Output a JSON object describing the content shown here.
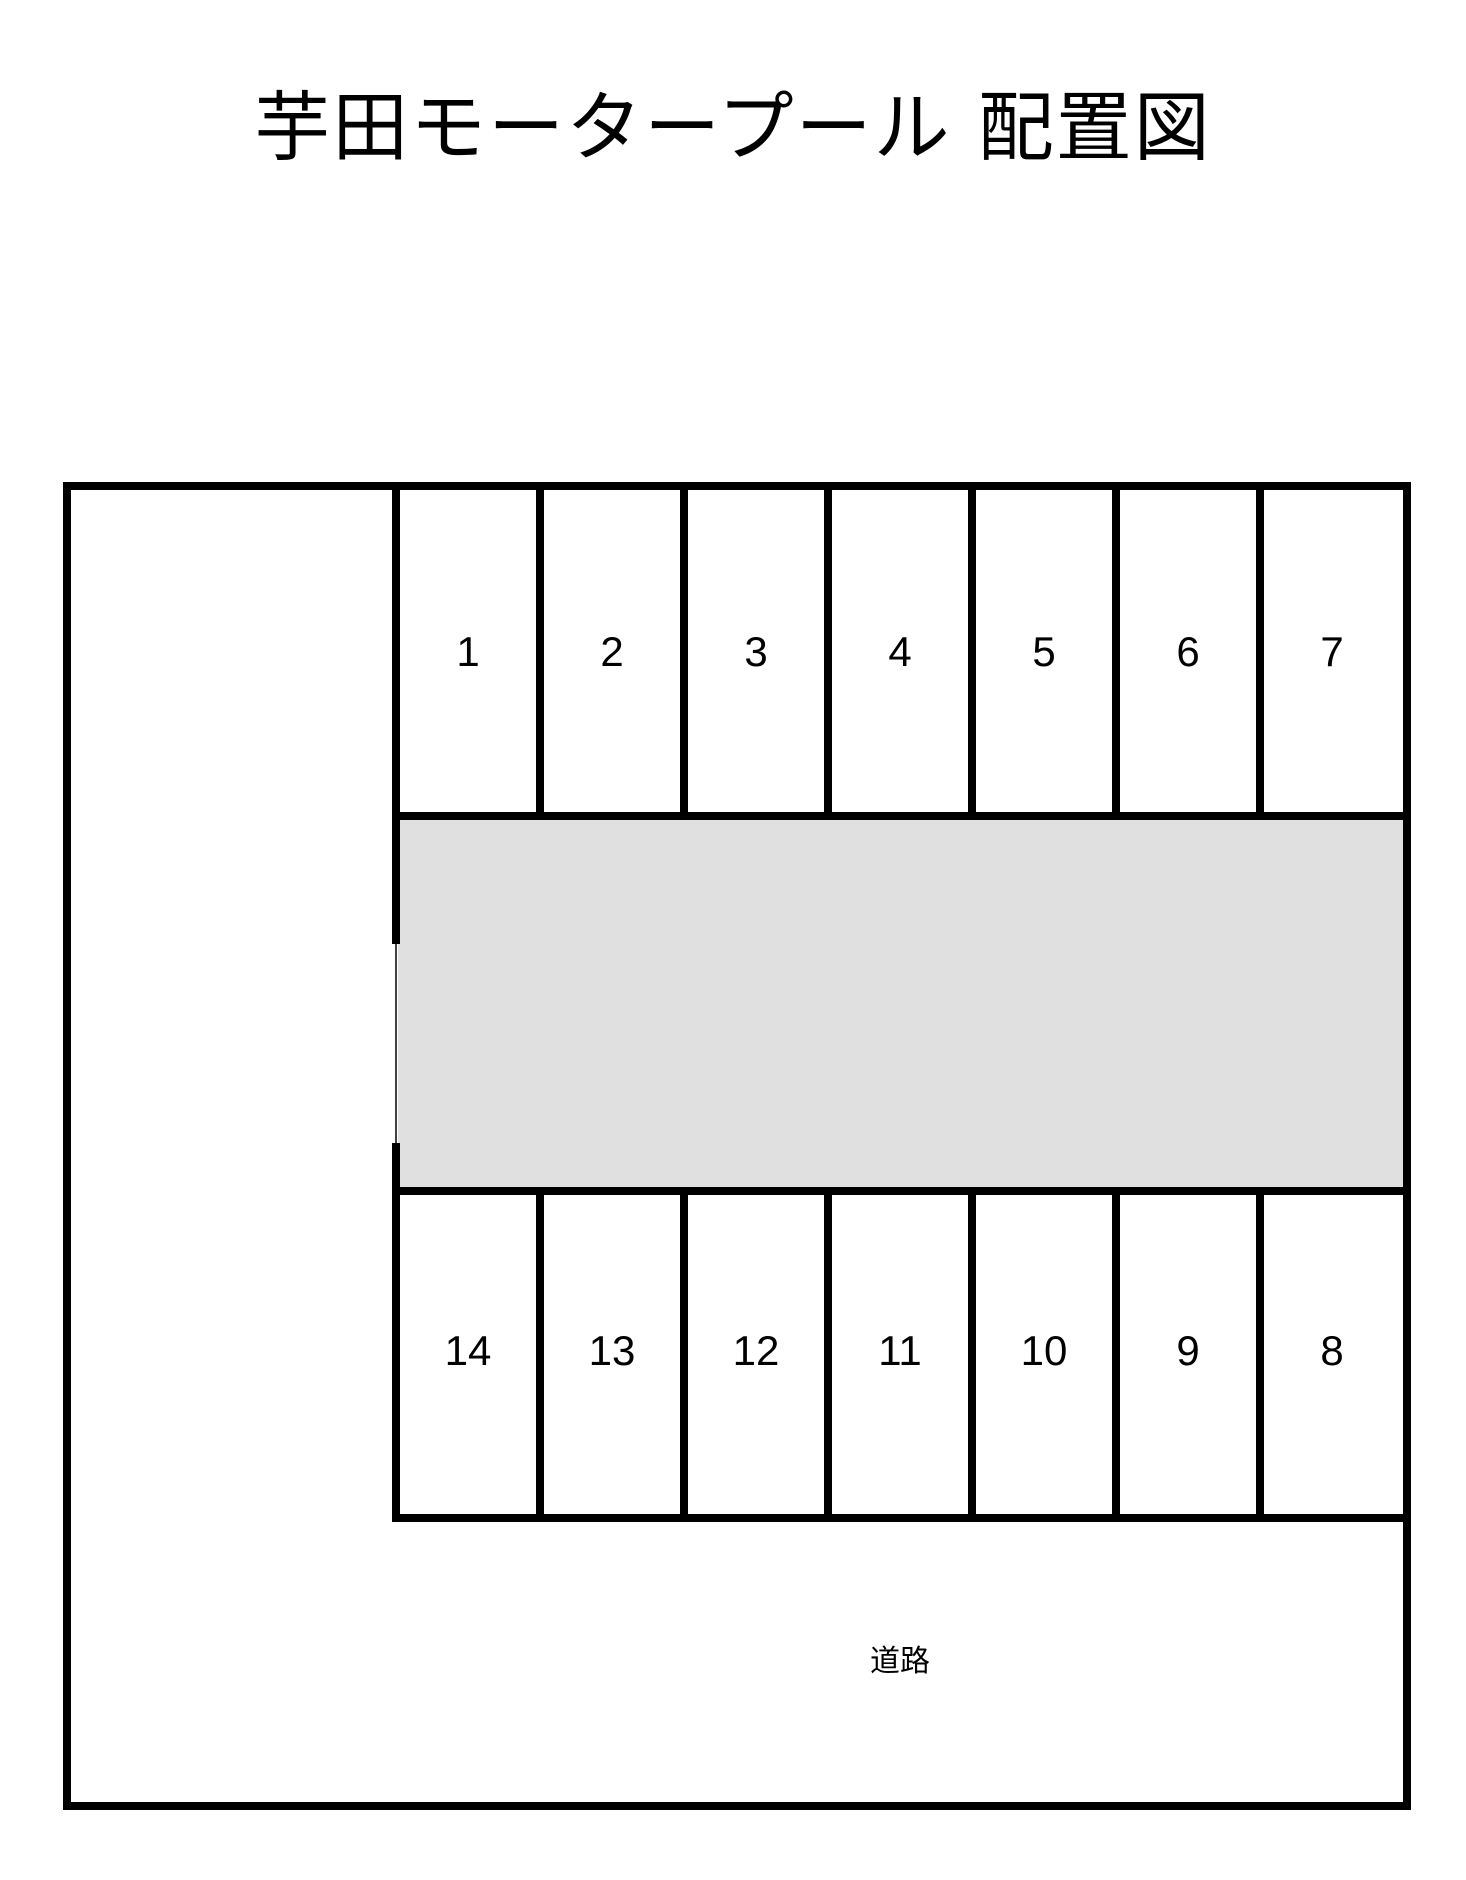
{
  "title": "芋田モータープール 配置図",
  "road_label": "道路",
  "top_row": [
    "1",
    "2",
    "3",
    "4",
    "5",
    "6",
    "7"
  ],
  "bottom_row": [
    "14",
    "13",
    "12",
    "11",
    "10",
    "9",
    "8"
  ],
  "colors": {
    "line": "#000000",
    "aisle_fill": "#e0e0e0",
    "background": "#ffffff"
  }
}
